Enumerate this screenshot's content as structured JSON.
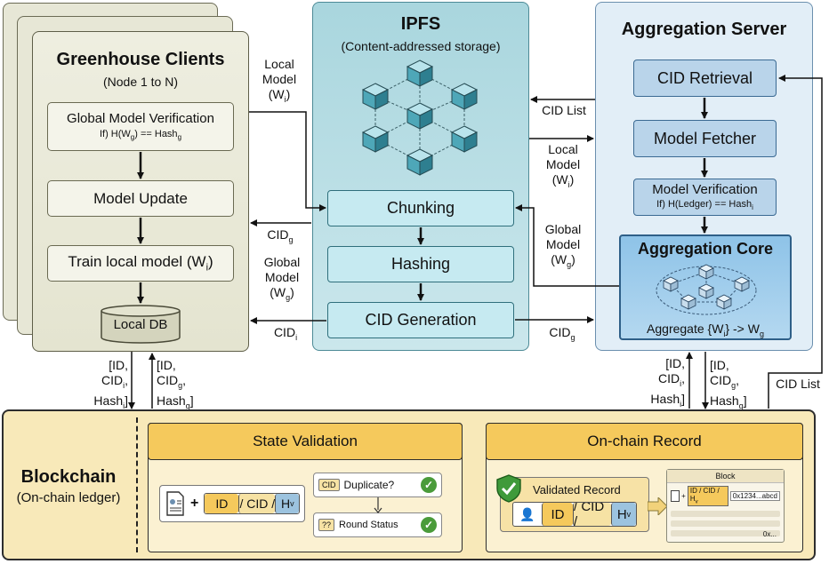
{
  "greenhouse": {
    "title": "Greenhouse Clients",
    "subtitle": "(Node 1 to N)",
    "verify_title": "Global Model Verification",
    "verify_sub": "If) H(Wg) == Hashg",
    "update": "Model Update",
    "train": "Train local model (Wi)",
    "db": "Local DB"
  },
  "ipfs": {
    "title": "IPFS",
    "subtitle": "(Content-addressed storage)",
    "chunking": "Chunking",
    "hashing": "Hashing",
    "cid_generation": "CID Generation"
  },
  "aggregation": {
    "title": "Aggregation Server",
    "cid_retrieval": "CID Retrieval",
    "model_fetcher": "Model Fetcher",
    "model_verification": "Model Verification",
    "model_verification_sub": "If) H(Ledger) == Hashi",
    "core_title": "Aggregation Core",
    "core_sub": "Aggregate {Wi} -> Wg"
  },
  "flows": {
    "local_model_top": [
      "Local",
      "Model",
      "(Wi)"
    ],
    "cid_g_left": "CIDg",
    "global_model_left": [
      "Global",
      "Model",
      "(Wg)"
    ],
    "cid_i_left": "CIDi",
    "cid_list_top": "CID List",
    "local_model_right": [
      "Local",
      "Model",
      "(Wi)"
    ],
    "global_model_right": [
      "Global",
      "Model",
      "(Wg)"
    ],
    "cid_g_right": "CIDg",
    "gh_down": [
      "[ID,",
      "CIDi,",
      "Hashi]"
    ],
    "gh_up": [
      "[ID,",
      "CIDg,",
      "Hashg]"
    ],
    "agg_up": [
      "[ID,",
      "CIDi,",
      "Hashi]"
    ],
    "agg_down": [
      "[ID,",
      "CIDg,",
      "Hashg]"
    ],
    "cid_list_right": "CID List"
  },
  "blockchain": {
    "title": "Blockchain",
    "subtitle": "(On-chain ledger)",
    "state_validation": "State Validation",
    "onchain_record": "On-chain Record",
    "id": "ID",
    "cid": "CID",
    "hv": "Hv",
    "plus": "+",
    "duplicate": "Duplicate?",
    "cid_tag": "CID",
    "round_status": "Round Status",
    "qq": "??",
    "validated_record": "Validated Record",
    "block": "Block",
    "block_hash": "0x1234...abcd",
    "block_ox": "0x..."
  },
  "colors": {
    "greenhouse_bg": "#e7e7d6",
    "ipfs_bg": "#a9d6de",
    "aggregation_bg": "#e2eef7",
    "blockchain_bg": "#f8e9b9",
    "id_pill": "#f5c95c",
    "hv_pill": "#9cc3df"
  }
}
